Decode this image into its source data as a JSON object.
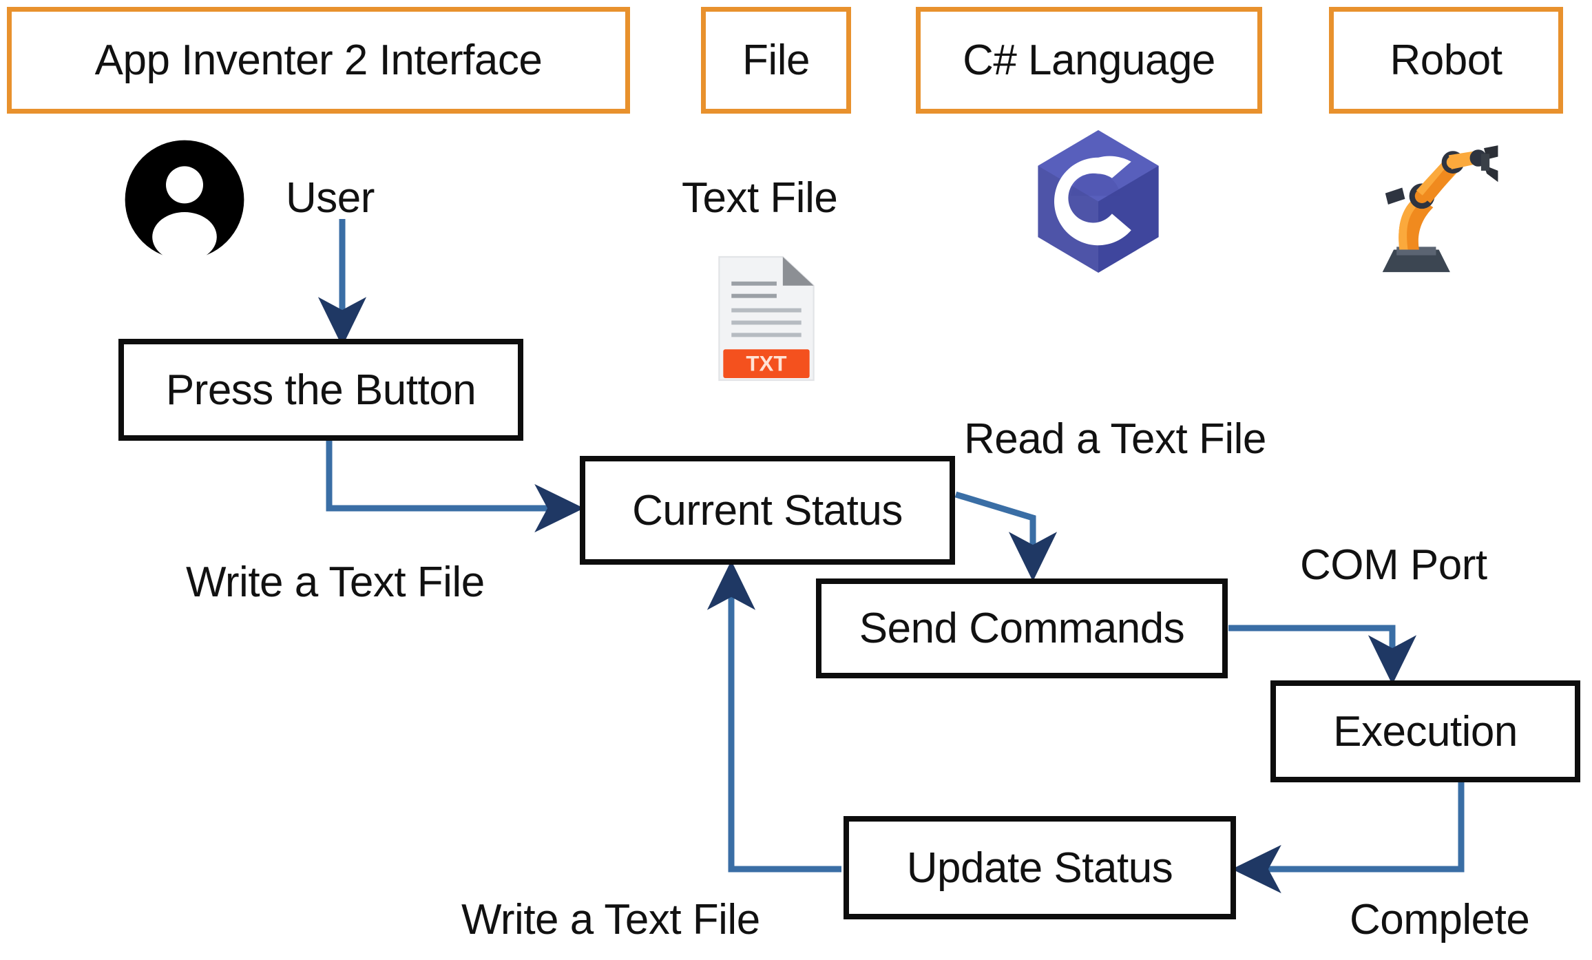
{
  "diagram": {
    "title": "App Inventer 2 / C# / Robot command flow",
    "accent_border_color": "#E8912D",
    "box_border_color": "#0d0d0d",
    "arrow_color": "#3A6EA5",
    "arrowhead_color": "#1F3864",
    "headers": [
      {
        "id": "app-inventer",
        "label": "App Inventer 2 Interface"
      },
      {
        "id": "file",
        "label": "File"
      },
      {
        "id": "csharp",
        "label": "C# Language"
      },
      {
        "id": "robot",
        "label": "Robot"
      }
    ],
    "icons": [
      {
        "id": "user-avatar",
        "name": "user-avatar-icon",
        "caption": "User"
      },
      {
        "id": "txt-file",
        "name": "text-file-icon",
        "caption": "Text File",
        "badge": "TXT"
      },
      {
        "id": "csharp-logo",
        "name": "csharp-logo-icon",
        "caption": ""
      },
      {
        "id": "robot-arm",
        "name": "robot-arm-icon",
        "caption": ""
      }
    ],
    "nodes": [
      {
        "id": "press-button",
        "label": "Press the Button"
      },
      {
        "id": "current-status",
        "label": "Current Status"
      },
      {
        "id": "send-commands",
        "label": "Send Commands"
      },
      {
        "id": "execution",
        "label": "Execution"
      },
      {
        "id": "update-status",
        "label": "Update Status"
      }
    ],
    "edge_labels": [
      {
        "id": "write-text-file-top",
        "label": "Write a Text File"
      },
      {
        "id": "read-text-file",
        "label": "Read a Text File"
      },
      {
        "id": "com-port",
        "label": "COM Port"
      },
      {
        "id": "complete",
        "label": "Complete"
      },
      {
        "id": "write-text-file-bottom",
        "label": "Write a Text File"
      }
    ],
    "captions": {
      "user": "User",
      "text_file": "Text File",
      "txt_badge": "TXT"
    }
  }
}
